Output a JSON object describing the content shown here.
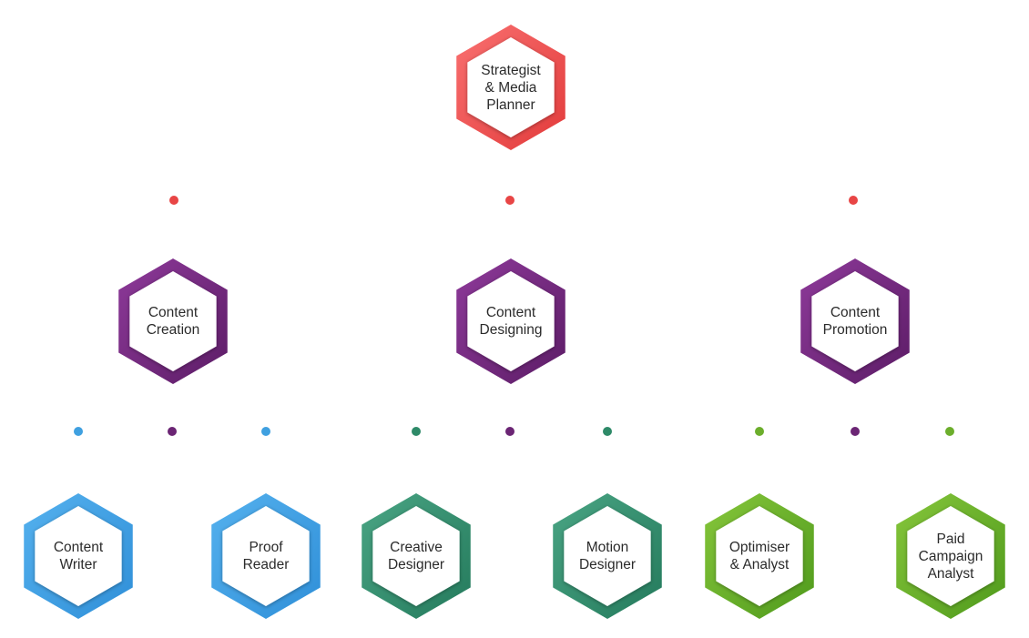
{
  "colors": {
    "red_light": "#f97070",
    "red_dark": "#e23b3b",
    "red_dot": "#e84545",
    "purple_light": "#8e3a9a",
    "purple_dark": "#5c1c66",
    "purple_dot": "#6b2574",
    "blue_light": "#55b1ee",
    "blue_dark": "#2f8fd8",
    "blue_dot": "#3fa0e0",
    "teal_light": "#4aa584",
    "teal_dark": "#247a5c",
    "teal_dot": "#2e8a68",
    "green_light": "#86c63b",
    "green_dark": "#4f9a1c",
    "green_dot": "#6cae2c"
  },
  "nodes": {
    "strategist": {
      "lines": [
        "Strategist",
        "& Media",
        "Planner"
      ],
      "color": "red"
    },
    "content_creation": {
      "lines": [
        "Content",
        "Creation"
      ],
      "color": "purple"
    },
    "content_designing": {
      "lines": [
        "Content",
        "Designing"
      ],
      "color": "purple"
    },
    "content_promotion": {
      "lines": [
        "Content",
        "Promotion"
      ],
      "color": "purple"
    },
    "content_writer": {
      "lines": [
        "Content",
        "Writer"
      ],
      "color": "blue"
    },
    "proof_reader": {
      "lines": [
        "Proof",
        "Reader"
      ],
      "color": "blue"
    },
    "creative_designer": {
      "lines": [
        "Creative",
        "Designer"
      ],
      "color": "teal"
    },
    "motion_designer": {
      "lines": [
        "Motion",
        "Designer"
      ],
      "color": "teal"
    },
    "optimiser_analyst": {
      "lines": [
        "Optimiser",
        "& Analyst"
      ],
      "color": "green"
    },
    "paid_campaign_analyst": {
      "lines": [
        "Paid",
        "Campaign",
        "Analyst"
      ],
      "color": "green"
    }
  },
  "dots": [
    {
      "color": "red"
    },
    {
      "color": "red"
    },
    {
      "color": "red"
    },
    {
      "color": "blue"
    },
    {
      "color": "purple"
    },
    {
      "color": "blue"
    },
    {
      "color": "teal"
    },
    {
      "color": "purple"
    },
    {
      "color": "teal"
    },
    {
      "color": "green"
    },
    {
      "color": "purple"
    },
    {
      "color": "green"
    }
  ]
}
